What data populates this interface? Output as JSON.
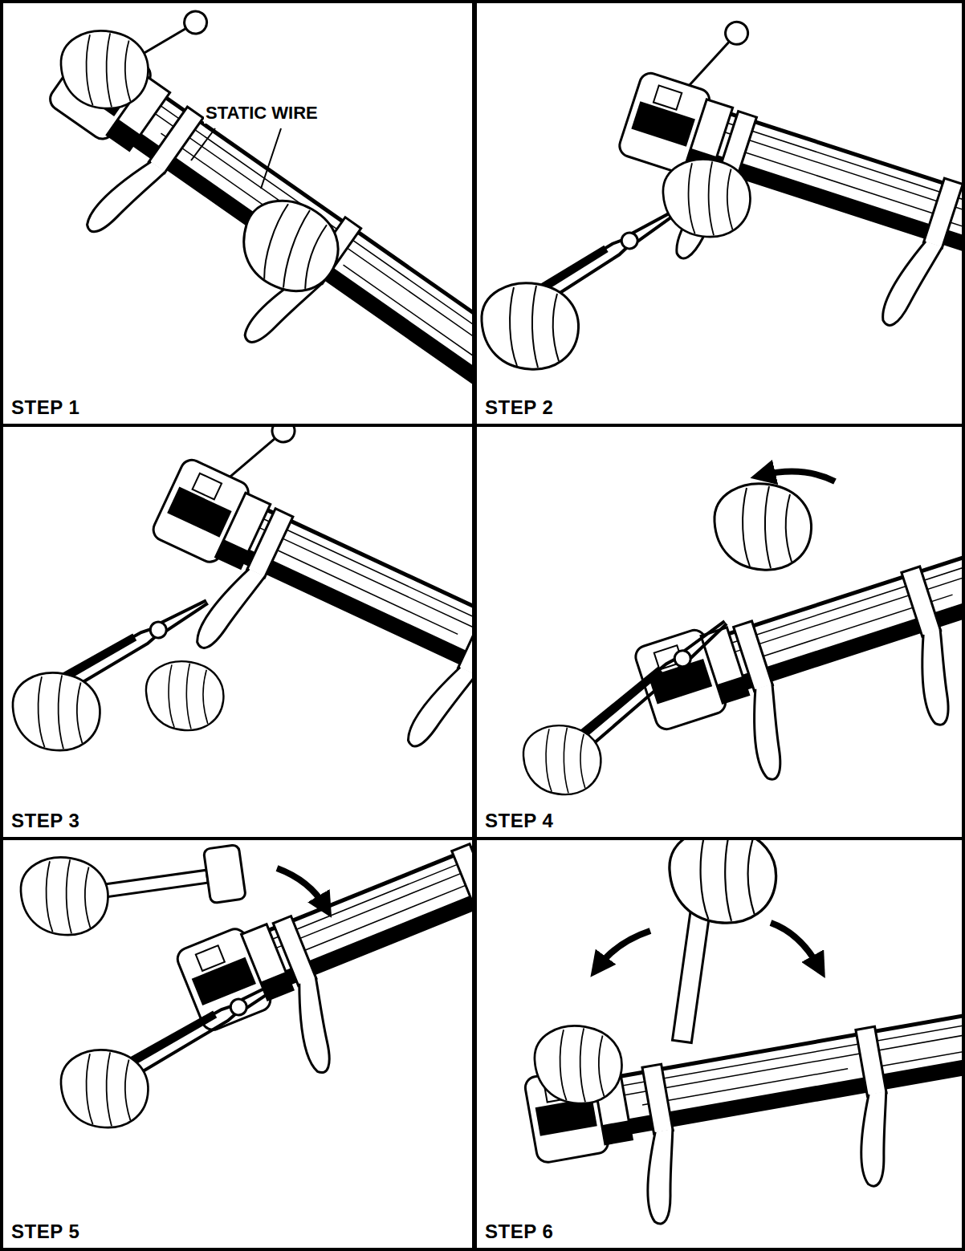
{
  "diagram": {
    "nodes": [
      {
        "text": [
          "STEP 1"
        ]
      },
      {
        "text": [
          "STEP 2"
        ]
      },
      {
        "text": [
          "STEP 3"
        ]
      },
      {
        "text": [
          "STEP 4"
        ]
      },
      {
        "text": [
          "STEP 5"
        ]
      },
      {
        "text": [
          "STEP 6"
        ]
      }
    ],
    "labels": [
      "STATIC WIRE"
    ]
  }
}
